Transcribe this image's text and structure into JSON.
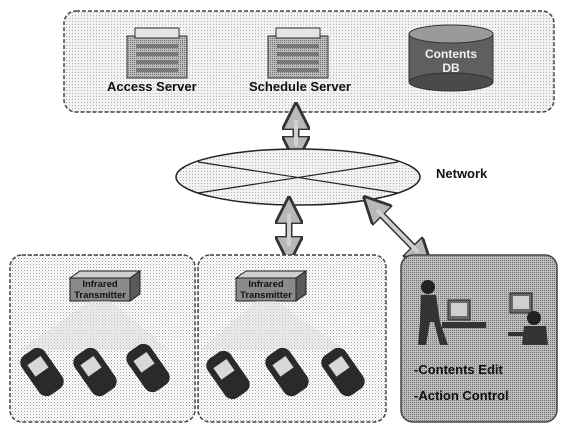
{
  "servers": {
    "access_label": "Access Server",
    "schedule_label": "Schedule Server",
    "db_line1": "Contents",
    "db_line2": "DB"
  },
  "network": {
    "label": "Network"
  },
  "transmitters": [
    {
      "line1": "Infrared",
      "line2": "Transmitter"
    },
    {
      "line1": "Infrared",
      "line2": "Transmitter"
    }
  ],
  "operator_panel": {
    "item1": "-Contents Edit",
    "item2": "-Action Control"
  }
}
